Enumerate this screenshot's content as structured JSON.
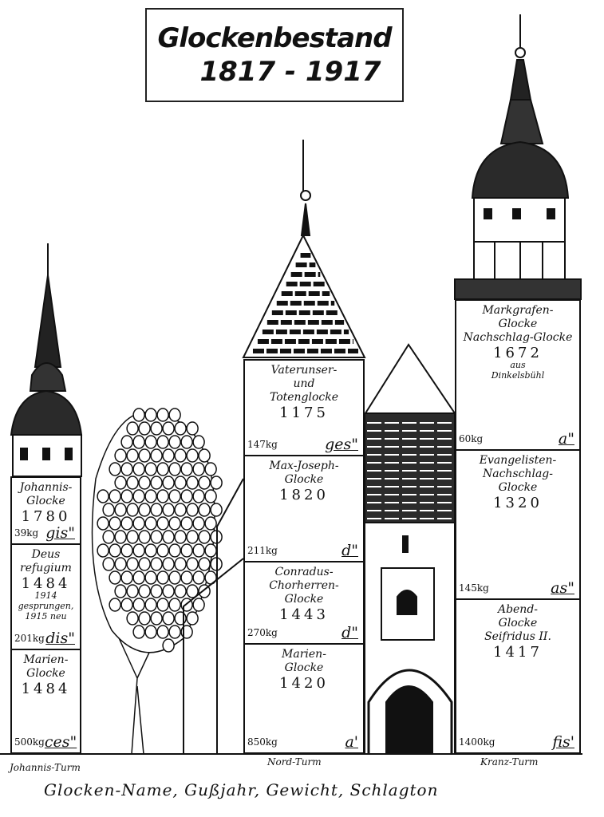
{
  "title": {
    "line1": "Glockenbestand",
    "line2": "1817 - 1917"
  },
  "towers": [
    {
      "label": "Johannis-Turm",
      "bells": [
        {
          "name": "Johannis-\nGlocke",
          "year": "1780",
          "note": "",
          "weight": "39kg",
          "tone": "gis\""
        },
        {
          "name": "Deus\nrefugium",
          "year": "1484",
          "note": "1914 gesprungen, 1915 neu",
          "weight": "201kg",
          "tone": "dis\""
        },
        {
          "name": "Marien-\nGlocke",
          "year": "1484",
          "note": "",
          "weight": "500kg",
          "tone": "ces\""
        }
      ]
    },
    {
      "label": "Nord-Turm",
      "bells": [
        {
          "name": "Vaterunser-\nund\nTotenglocke",
          "year": "1175",
          "note": "",
          "weight": "147kg",
          "tone": "ges\""
        },
        {
          "name": "Max-Joseph-\nGlocke",
          "year": "1820",
          "note": "",
          "weight": "211kg",
          "tone": "d\""
        },
        {
          "name": "Conradus-\nChorherren-\nGlocke",
          "year": "1443",
          "note": "",
          "weight": "270kg",
          "tone": "d\""
        },
        {
          "name": "Marien-\nGlocke",
          "year": "1420",
          "note": "",
          "weight": "850kg",
          "tone": "a'"
        }
      ]
    },
    {
      "label": "Kranz-Turm",
      "bells": [
        {
          "name": "Markgrafen-\nGlocke\nNachschlag-Glocke",
          "year": "1672",
          "note": "aus\nDinkelsbühl",
          "weight": "60kg",
          "tone": "a\""
        },
        {
          "name": "Evangelisten-\nNachschlag-\nGlocke",
          "year": "1320",
          "note": "",
          "weight": "145kg",
          "tone": "as\""
        },
        {
          "name": "Abend-\nGlocke\nSeifridus II.",
          "year": "1417",
          "note": "",
          "weight": "1400kg",
          "tone": "fis'"
        }
      ]
    }
  ],
  "caption": "Glocken-Name, Gußjahr, Gewicht, Schlagton"
}
